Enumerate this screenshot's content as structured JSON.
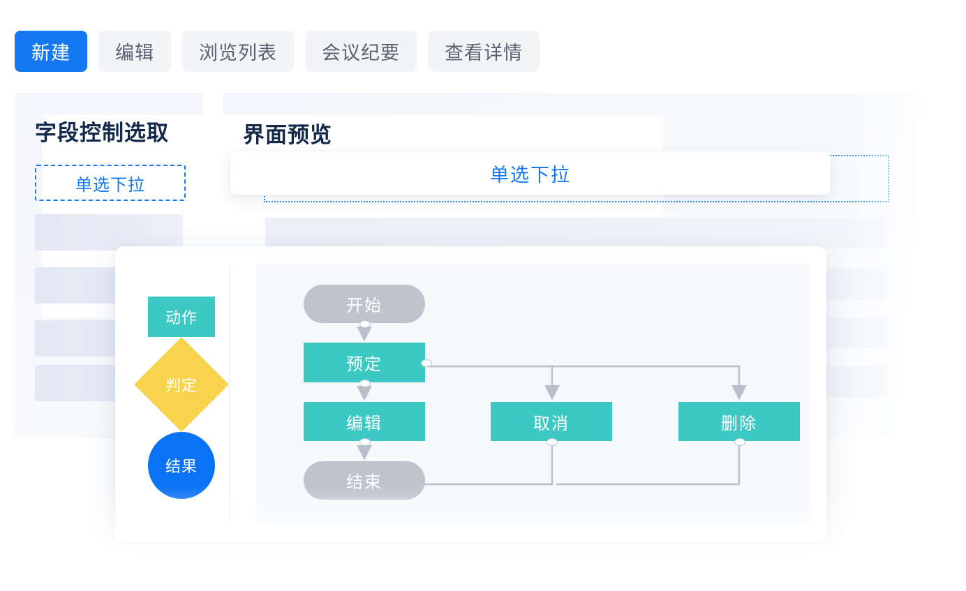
{
  "tabs": [
    {
      "label": "新建",
      "active": true
    },
    {
      "label": "编辑",
      "active": false
    },
    {
      "label": "浏览列表",
      "active": false
    },
    {
      "label": "会议纪要",
      "active": false
    },
    {
      "label": "查看详情",
      "active": false
    }
  ],
  "left_panel": {
    "title": "字段控制选取",
    "selected_field": "单选下拉",
    "placeholder_rows": 4
  },
  "right_panel": {
    "title": "界面预览",
    "preview_field_label": "单选下拉",
    "placeholder_rows": 4
  },
  "modal": {
    "palette": [
      {
        "label": "动作",
        "shape": "rectangle",
        "color": "#3cc9c4"
      },
      {
        "label": "判定",
        "shape": "diamond",
        "color": "#f8d44c"
      },
      {
        "label": "结果",
        "shape": "circle",
        "color": "#0a72f5"
      }
    ],
    "flow": {
      "nodes": [
        {
          "id": "start",
          "label": "开始",
          "type": "terminal",
          "color": "#bdc4ce"
        },
        {
          "id": "book",
          "label": "预定",
          "type": "action",
          "color": "#3cc9c4"
        },
        {
          "id": "edit",
          "label": "编辑",
          "type": "action",
          "color": "#3cc9c4"
        },
        {
          "id": "cancel",
          "label": "取消",
          "type": "action",
          "color": "#3cc9c4"
        },
        {
          "id": "delete",
          "label": "删除",
          "type": "action",
          "color": "#3cc9c4"
        },
        {
          "id": "end",
          "label": "结束",
          "type": "terminal",
          "color": "#bdc4ce"
        }
      ],
      "edges": [
        {
          "from": "start",
          "to": "book"
        },
        {
          "from": "book",
          "to": "edit"
        },
        {
          "from": "book",
          "to": "cancel"
        },
        {
          "from": "book",
          "to": "delete"
        },
        {
          "from": "edit",
          "to": "end"
        },
        {
          "from": "cancel",
          "to": "end"
        },
        {
          "from": "delete",
          "to": "end"
        }
      ]
    }
  },
  "colors": {
    "accent_blue": "#1478f0",
    "teal": "#3cc9c4",
    "yellow": "#f8d44c",
    "gray_node": "#bdc4ce",
    "wire": "#b9c0cb",
    "canvas_bg": "#f6f8fc"
  }
}
